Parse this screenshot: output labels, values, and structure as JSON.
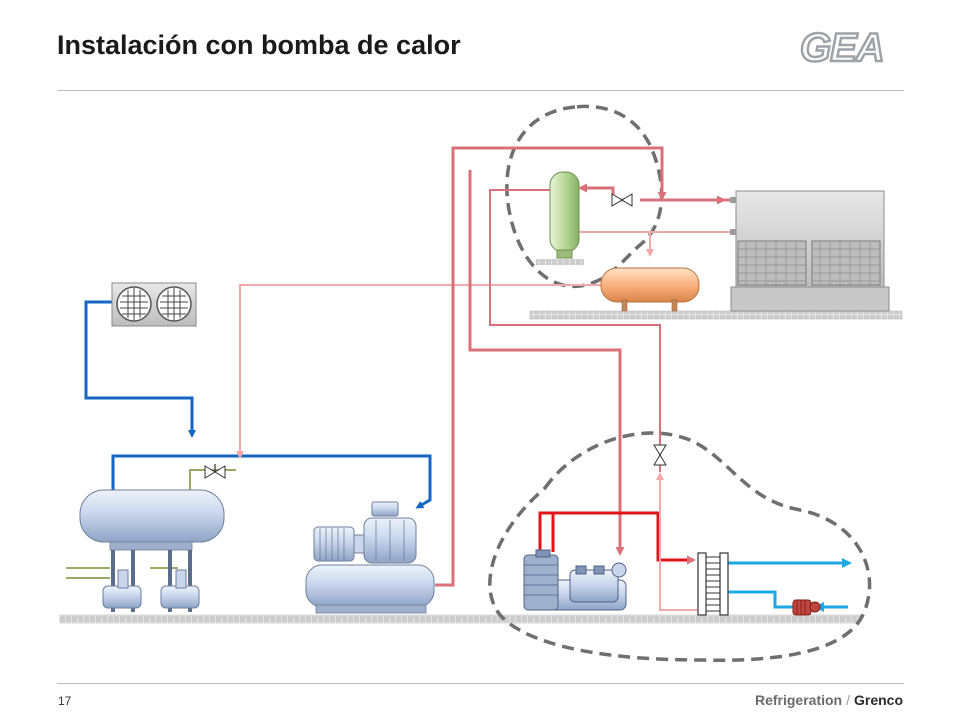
{
  "header": {
    "title": "Instalación con bomba de calor",
    "logo_text": "GEA"
  },
  "footer": {
    "page_number": "17",
    "product": "Refrigeration",
    "separator": "/",
    "brand": "Grenco"
  },
  "colors": {
    "hot_gas": "#d9707a",
    "liquid_light": "#f1a9a9",
    "high_red": "#e3131b",
    "cold_blue": "#1466c4",
    "water_cyan": "#1ca9e6",
    "dashed_boundary": "#6f6f6f",
    "equipment_fill": "#c9d6ec",
    "floor": "#cfcfcf"
  },
  "components": [
    {
      "name": "air-cooler",
      "icon": "fan-unit-icon"
    },
    {
      "name": "liquid-receiver",
      "icon": "horizontal-vessel-icon"
    },
    {
      "name": "screw-compressor-unit",
      "icon": "compressor-icon"
    },
    {
      "name": "oil-separator",
      "icon": "vertical-vessel-icon"
    },
    {
      "name": "orange-receiver",
      "icon": "horizontal-vessel-icon"
    },
    {
      "name": "evaporative-condenser",
      "icon": "condenser-icon"
    },
    {
      "name": "heat-pump-compressor",
      "icon": "compressor-icon"
    },
    {
      "name": "plate-heat-exchanger",
      "icon": "heat-exchanger-icon"
    },
    {
      "name": "water-pump",
      "icon": "pump-icon"
    }
  ]
}
